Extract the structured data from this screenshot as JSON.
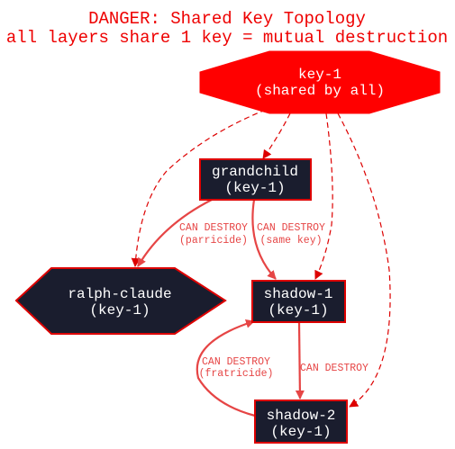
{
  "title": {
    "line1": "DANGER: Shared Key Topology",
    "line2": "all layers share 1 key = mutual destruction"
  },
  "colors": {
    "title": "#ee0000",
    "shared_key_fill": "#ff0000",
    "node_fill": "#1a1d2e",
    "node_border": "#dd0000",
    "node_text": "#ffffff",
    "destroy_edge": "#e64545",
    "key_edge": "#dd0000"
  },
  "nodes": {
    "key": {
      "line1": "key-1",
      "line2": "(shared by all)"
    },
    "grandchild": {
      "line1": "grandchild",
      "line2": "(key-1)"
    },
    "ralph": {
      "line1": "ralph-claude",
      "line2": "(key-1)"
    },
    "shadow1": {
      "line1": "shadow-1",
      "line2": "(key-1)"
    },
    "shadow2": {
      "line1": "shadow-2",
      "line2": "(key-1)"
    }
  },
  "edges": {
    "parricide": {
      "line1": "CAN DESTROY",
      "line2": "(parricide)"
    },
    "same_key": {
      "line1": "CAN DESTROY",
      "line2": "(same key)"
    },
    "fratricide": {
      "line1": "CAN DESTROY",
      "line2": "(fratricide)"
    },
    "shadow1_to_shadow2": {
      "line1": "CAN DESTROY"
    }
  }
}
